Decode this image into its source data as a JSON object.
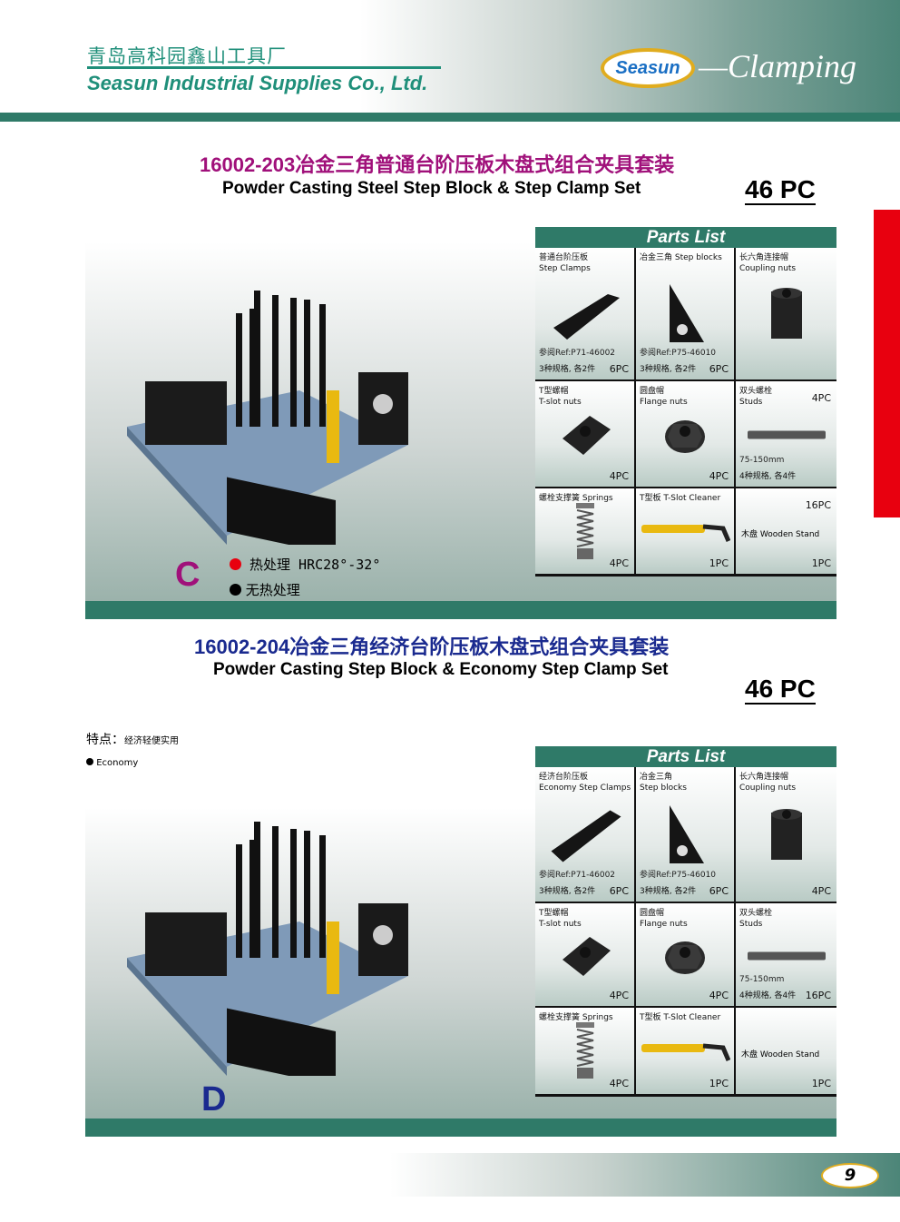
{
  "header": {
    "company_cn": "青岛高科园鑫山工具厂",
    "company_en": "Seasun Industrial Supplies Co., Ltd.",
    "logo": "Seasun",
    "logo_tag": "—Clamping"
  },
  "colors": {
    "teal": "#2f7a68",
    "title1": "#a0107a",
    "title2": "#1a2a8f",
    "red": "#e8000f"
  },
  "sets": [
    {
      "title_cn": "16002-203冶金三角普通台阶压板木盘式组合夹具套装",
      "title_en": "Powder Casting Steel Step Block & Step Clamp Set",
      "count": "46 PC",
      "letter": "C",
      "legend": [
        {
          "text": "热处理 HRC28°-32°",
          "color": "#e8000f"
        },
        {
          "text": "无热处理",
          "color": "#000000"
        }
      ],
      "parts_title": "Parts List",
      "parts": [
        {
          "cn": "普通台阶压板",
          "en": "Step Clamps",
          "ref": "参阅Ref:P71-46002",
          "spec": "3种规格, 各2件",
          "qty": "6PC",
          "icon": "step-clamp-icon"
        },
        {
          "cn": "冶金三角 Step blocks",
          "en": "",
          "ref": "参阅Ref:P75-46010",
          "spec": "3种规格, 各2件",
          "qty": "6PC",
          "icon": "step-block-icon"
        },
        {
          "cn": "长六角连接帽",
          "en": "Coupling nuts",
          "icon": "coupling-nut-icon"
        },
        {
          "cn": "T型螺帽",
          "en": "T-slot nuts",
          "qty": "4PC",
          "icon": "t-slot-nut-icon"
        },
        {
          "cn": "圆盘帽",
          "en": "Flange nuts",
          "qty": "4PC",
          "icon": "flange-nut-icon"
        },
        {
          "cn": "双头螺栓",
          "en": "Studs",
          "ref": "75-150mm",
          "spec": "4种规格, 各4件",
          "top_qty": "4PC",
          "icon": "stud-icon"
        },
        {
          "cn": "螺栓支撑簧  Springs",
          "en": "",
          "qty": "4PC",
          "icon": "spring-icon"
        },
        {
          "cn": "T型板  T-Slot Cleaner",
          "en": "",
          "qty": "1PC",
          "icon": "t-slot-cleaner-icon"
        },
        {
          "cn": "",
          "en": "",
          "mid": "木盘 Wooden Stand",
          "top_qty": "16PC",
          "qty": "1PC",
          "icon": ""
        }
      ]
    },
    {
      "title_cn": "16002-204冶金三角经济台阶压板木盘式组合夹具套装",
      "title_en": "Powder Casting Step Block & Economy Step Clamp Set",
      "count": "46 PC",
      "letter": "D",
      "feature_label": "特点：",
      "feature_text": "经济轻便实用",
      "feature_bullet": "Economy",
      "parts_title": "Parts List",
      "parts": [
        {
          "cn": "经济台阶压板",
          "en": "Economy Step Clamps",
          "ref": "参阅Ref:P71-46002",
          "spec": "3种规格, 各2件",
          "qty": "6PC",
          "icon": "economy-step-clamp-icon"
        },
        {
          "cn": "冶金三角",
          "en": "Step blocks",
          "ref": "参阅Ref:P75-46010",
          "spec": "3种规格, 各2件",
          "qty": "6PC",
          "icon": "step-block-icon"
        },
        {
          "cn": "长六角连接帽",
          "en": "Coupling nuts",
          "qty": "4PC",
          "icon": "coupling-nut-icon"
        },
        {
          "cn": "T型螺帽",
          "en": "T-slot nuts",
          "qty": "4PC",
          "icon": "t-slot-nut-icon"
        },
        {
          "cn": "圆盘帽",
          "en": "Flange nuts",
          "qty": "4PC",
          "icon": "flange-nut-icon"
        },
        {
          "cn": "双头螺栓",
          "en": "Studs",
          "ref": "75-150mm",
          "spec": "4种规格, 各4件",
          "qty": "16PC",
          "icon": "stud-icon"
        },
        {
          "cn": "螺栓支撑簧  Springs",
          "en": "",
          "qty": "4PC",
          "icon": "spring-icon"
        },
        {
          "cn": "T型板  T-Slot Cleaner",
          "en": "",
          "qty": "1PC",
          "icon": "t-slot-cleaner-icon"
        },
        {
          "cn": "",
          "en": "",
          "mid": "木盘 Wooden Stand",
          "qty": "1PC",
          "icon": ""
        }
      ]
    }
  ],
  "page_number": "9"
}
